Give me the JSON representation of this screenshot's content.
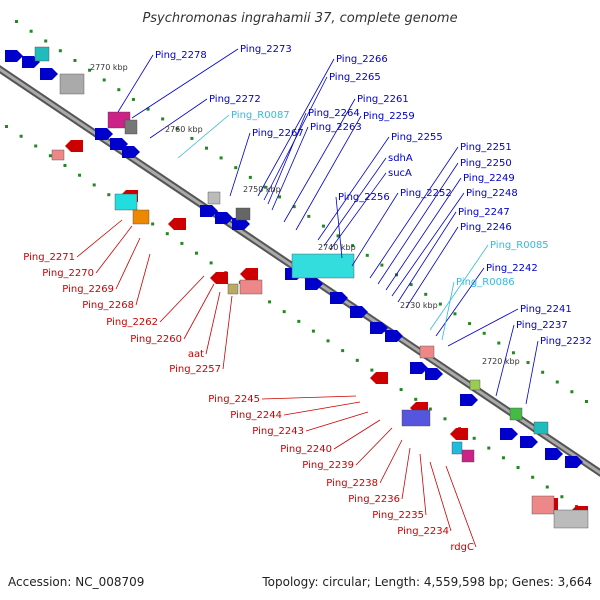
{
  "title": "Psychromonas ingrahamii 37, complete genome",
  "footer": {
    "accession": "Accession: NC_008709",
    "summary": "Topology: circular; Length: 4,559,598 bp; Genes: 3,664"
  },
  "colors": {
    "forward": "#0000cc",
    "reverse": "#cc0000",
    "rna": "#33bbdd",
    "backbone": "#888888"
  },
  "kbp_ticks": [
    "2770 kbp",
    "2760 kbp",
    "2750 kbp",
    "2740 kbp",
    "2730 kbp",
    "2720 kbp"
  ],
  "forward_labels": [
    "Ping_2278",
    "Ping_2273",
    "Ping_2272",
    "Ping_R0087",
    "Ping_2267",
    "Ping_2266",
    "Ping_2265",
    "Ping_2264",
    "Ping_2263",
    "Ping_2261",
    "Ping_2259",
    "Ping_2255",
    "sdhA",
    "sucA",
    "Ping_2256",
    "Ping_2252",
    "Ping_2251",
    "Ping_2250",
    "Ping_2249",
    "Ping_2248",
    "Ping_2247",
    "Ping_2246",
    "Ping_R0085",
    "Ping_2242",
    "Ping_R0086",
    "Ping_2241",
    "Ping_2237",
    "Ping_2232"
  ],
  "reverse_labels": [
    "Ping_2271",
    "Ping_2270",
    "Ping_2269",
    "Ping_2268",
    "Ping_2262",
    "Ping_2260",
    "aat",
    "Ping_2257",
    "Ping_2245",
    "Ping_2244",
    "Ping_2243",
    "Ping_2240",
    "Ping_2239",
    "Ping_2238",
    "Ping_2236",
    "Ping_2235",
    "Ping_2234",
    "rdgC"
  ]
}
